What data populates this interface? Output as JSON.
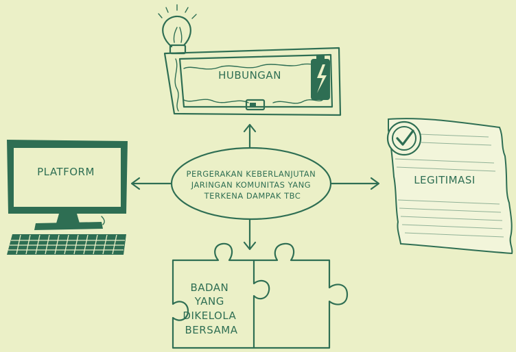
{
  "diagram": {
    "center": {
      "lines": [
        "PERGERAKAN KEBERLANJUTAN",
        "JARINGAN KOMUNITAS YANG",
        "TERKENA DAMPAK TBC"
      ]
    },
    "top": {
      "label": "HUBUNGAN",
      "icon": "lightbulb-battery-circuit-icon"
    },
    "left": {
      "label": "PLATFORM",
      "icon": "desktop-computer-icon"
    },
    "right": {
      "label": "LEGITIMASI",
      "icon": "certificate-check-icon"
    },
    "bottom": {
      "lines": [
        "BADAN",
        "YANG",
        "DIKELOLA",
        "BERSAMA"
      ],
      "icon": "puzzle-pieces-icon"
    },
    "colors": {
      "background": "#EBF0C7",
      "ink": "#2E6E53",
      "paper": "#F2F5DA"
    }
  }
}
